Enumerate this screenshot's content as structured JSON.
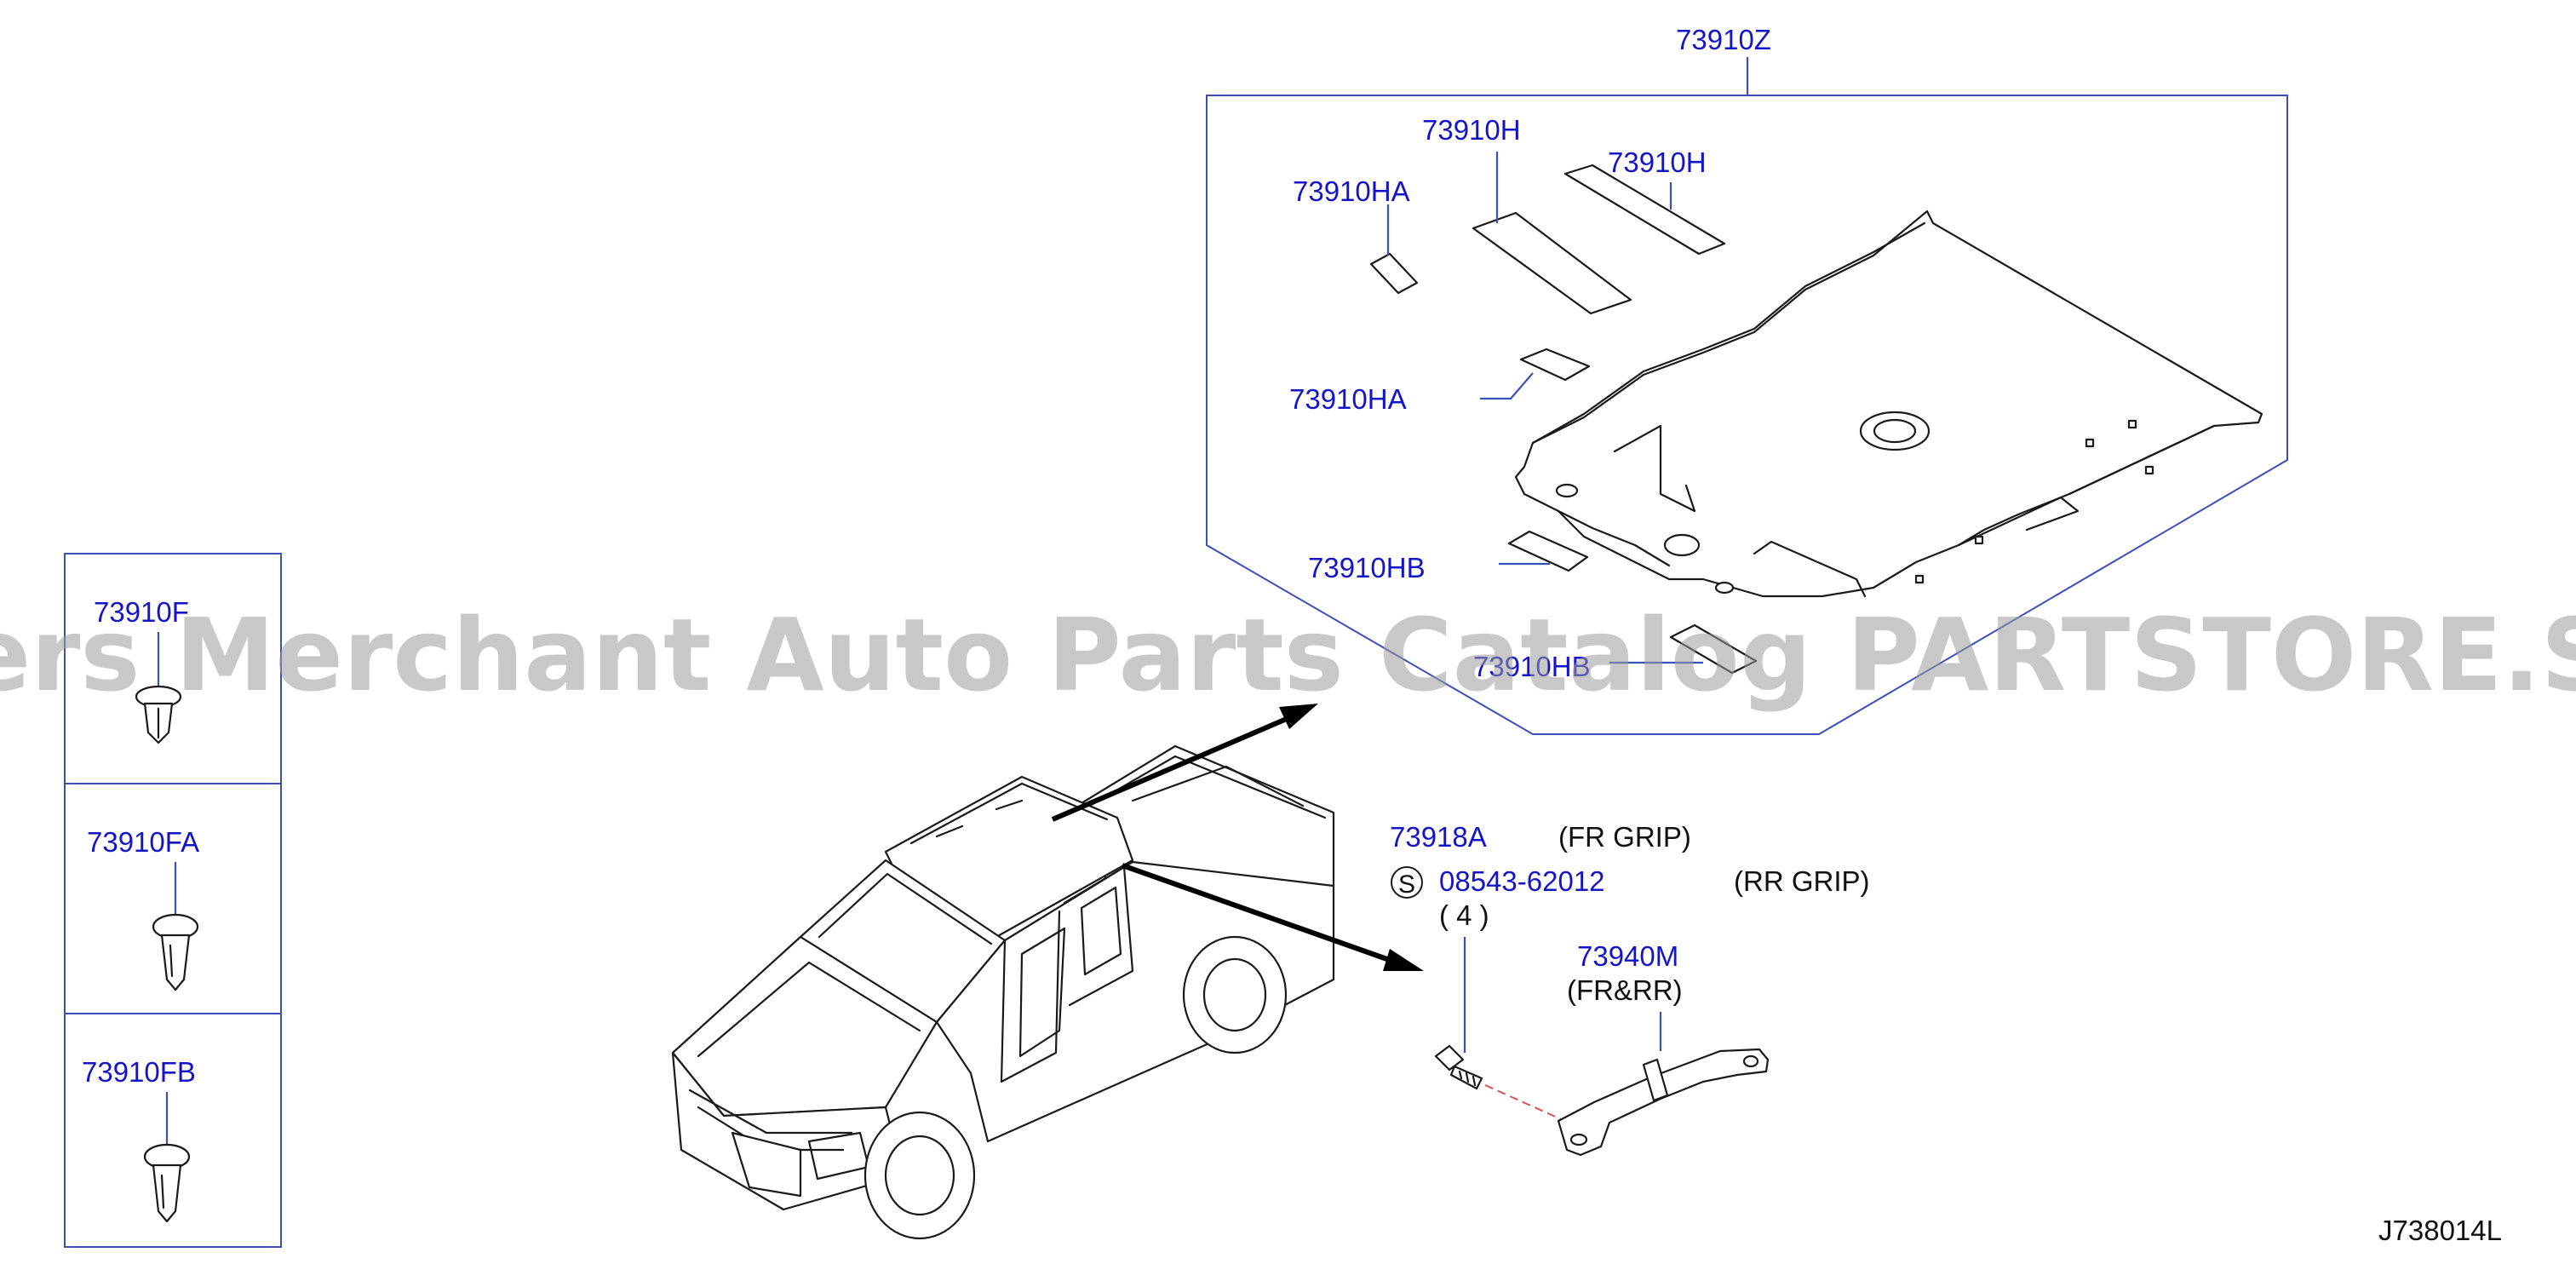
{
  "headliner": {
    "assembly_label": "73910Z",
    "h_label_1": "73910H",
    "h_label_2": "73910H",
    "ha_label_1": "73910HA",
    "ha_label_2": "73910HA",
    "hb_label_1": "73910HB",
    "hb_label_2": "73910HB"
  },
  "clips": {
    "f_label": "73910F",
    "fa_label": "73910FA",
    "fb_label": "73910FB"
  },
  "grip": {
    "fr_grip_part": "73918A",
    "fr_grip_note": "(FR   GRIP)",
    "screw_symbol": "S",
    "screw_part": "08543-62012",
    "rr_grip_note": "(RR   GRIP)",
    "screw_qty": "(   4   )",
    "assist_grip_part": "73940M",
    "assist_grip_note": "(FR&RR)"
  },
  "diagram_code": "J738014L",
  "watermark": "Offers Merchant Auto Parts Catalog PARTSTORE.SA",
  "colors": {
    "part_number": "#1515c8",
    "frame": "#3a4fb8",
    "ink": "#1a1a1a"
  }
}
